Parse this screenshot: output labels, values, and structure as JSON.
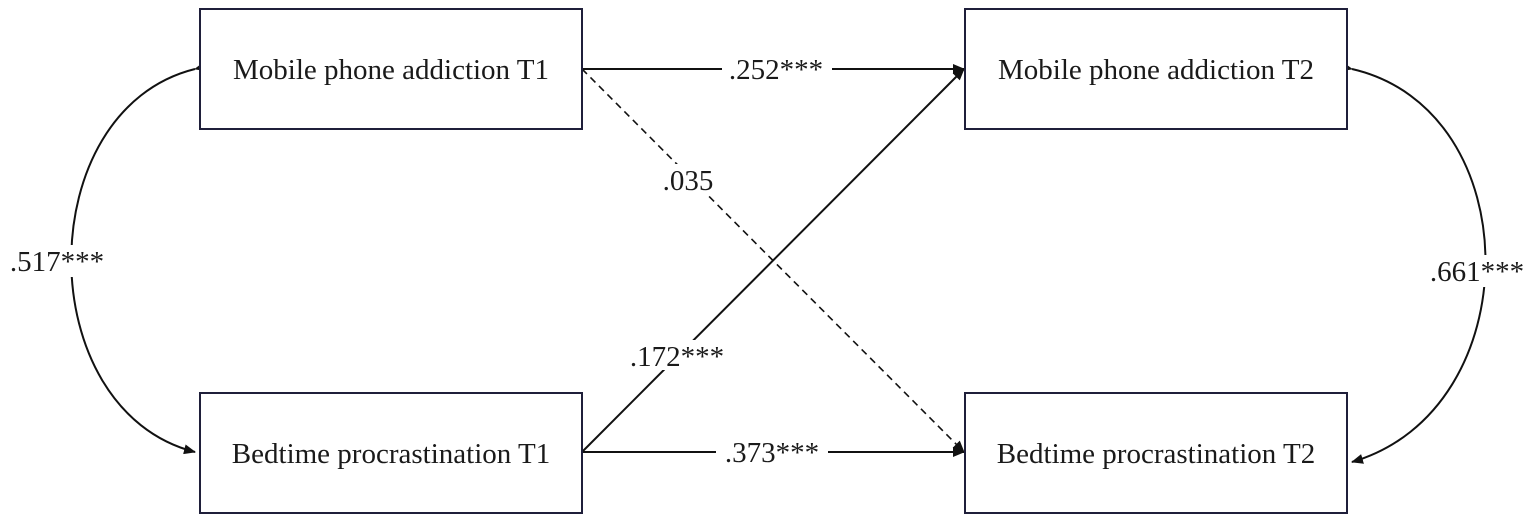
{
  "nodes": {
    "mpa_t1": {
      "label": "Mobile phone addiction T1"
    },
    "bp_t1": {
      "label": "Bedtime procrastination T1"
    },
    "mpa_t2": {
      "label": "Mobile phone addiction T2"
    },
    "bp_t2": {
      "label": "Bedtime procrastination T2"
    }
  },
  "paths": {
    "mpa_t1_to_mpa_t2": {
      "label": ".252***",
      "style": "solid"
    },
    "mpa_t1_to_bp_t2": {
      "label": ".035",
      "style": "dashed"
    },
    "bp_t1_to_mpa_t2": {
      "label": ".172***",
      "style": "solid"
    },
    "bp_t1_to_bp_t2": {
      "label": ".373***",
      "style": "solid"
    }
  },
  "correlations": {
    "t1": {
      "label": ".517***"
    },
    "t2": {
      "label": ".661***"
    }
  },
  "colors": {
    "box_border": "#1f1f3a",
    "line": "#111111",
    "text": "#1a1a1a"
  }
}
